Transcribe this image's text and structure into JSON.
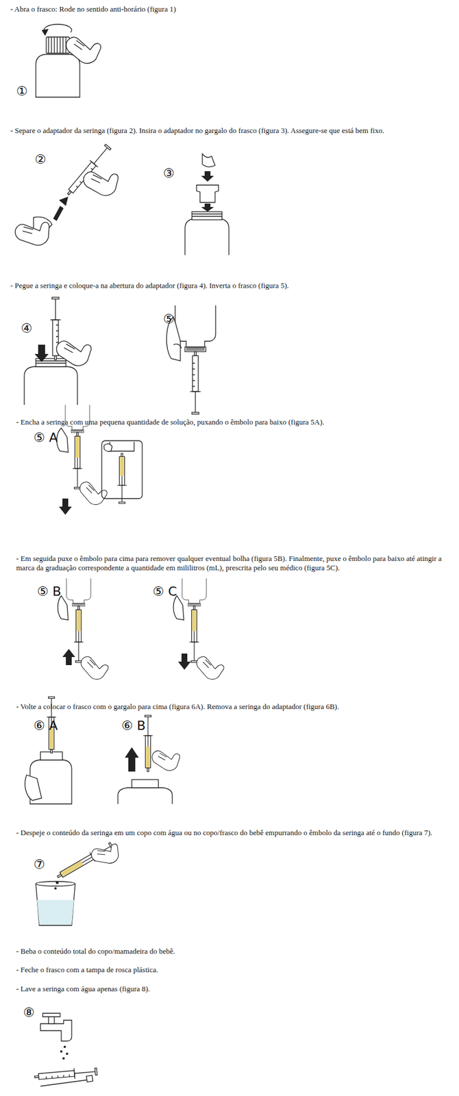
{
  "diagram": {
    "labels": [
      "- Abra o frasco: Rode no sentido anti-horário (figura 1)",
      "①",
      "- Separe o adaptador da seringa (figura 2). Insira o adaptador no gargalo do frasco (figura 3). Assegure-se que está bem fixo.",
      "②",
      "③",
      "- Pegue a seringa e coloque-a na abertura do adaptador (figura 4). Inverta o frasco (figura 5).",
      "④",
      "⑤",
      "- Encha a seringa com uma pequena quantidade de solução, puxando o êmbolo para baixo (figura 5A).",
      "⑤ A",
      "- Em seguida puxe o êmbolo para cima para remover qualquer eventual bolha (figura 5B). Finalmente, puxe o êmbolo para baixo até atingir a marca da graduação correspondente a quantidade em mililitros (mL), prescrita pelo seu médico (figura 5C).",
      "⑤ B",
      "⑤ C",
      "- Volte a colocar o frasco com o gargalo para cima (figura 6A). Remova a seringa do adaptador (figura 6B).",
      "⑥ A",
      "⑥ B",
      "- Despeje o conteúdo da seringa em um copo com água ou no copo/frasco do bebê empurrando o êmbolo da seringa até o fundo (figura 7).",
      "⑦",
      "- Beba o conteúdo total do copo/mamadeira do bebê.",
      "- Feche o frasco com a tampa de rosca plástica.",
      "- Lave a seringa com água apenas (figura 8).",
      "⑧"
    ]
  }
}
